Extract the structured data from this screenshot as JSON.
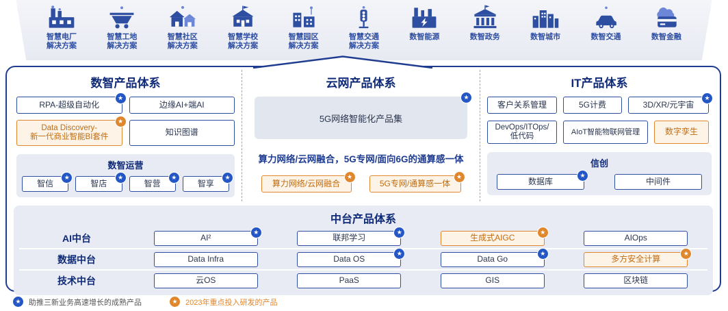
{
  "top_band": {
    "solutions": [
      {
        "line1": "智慧电厂",
        "line2": "解决方案",
        "icon": "smart-power-plant"
      },
      {
        "line1": "智慧工地",
        "line2": "解决方案",
        "icon": "smart-construction"
      },
      {
        "line1": "智慧社区",
        "line2": "解决方案",
        "icon": "smart-community"
      },
      {
        "line1": "智慧学校",
        "line2": "解决方案",
        "icon": "smart-school"
      },
      {
        "line1": "智慧园区",
        "line2": "解决方案",
        "icon": "smart-campus"
      },
      {
        "line1": "智慧交通",
        "line2": "解决方案",
        "icon": "smart-traffic"
      },
      {
        "line1": "数智能源",
        "line2": "",
        "icon": "digital-energy"
      },
      {
        "line1": "数智政务",
        "line2": "",
        "icon": "digital-government"
      },
      {
        "line1": "数智城市",
        "line2": "",
        "icon": "digital-city"
      },
      {
        "line1": "数智交通",
        "line2": "",
        "icon": "digital-transport"
      },
      {
        "line1": "数智金融",
        "line2": "",
        "icon": "digital-finance"
      }
    ]
  },
  "digital_column": {
    "title": "数智产品体系",
    "box1": "RPA-超级自动化",
    "box2": "边缘AI+端AI",
    "box3_line1": "Data Discovery-",
    "box3_line2": "新一代商业智能BI套件",
    "box4": "知识图谱",
    "sub_title": "数智运营",
    "sub_items": [
      "智信",
      "智店",
      "智营",
      "智享"
    ]
  },
  "cloud_column": {
    "title": "云网产品体系",
    "big_box": "5G网络智能化产品集",
    "caption": "算力网络/云网融合，5G专网/面向6G的通算感一体",
    "box1": "算力网络/云网融合",
    "box2": "5G专网/通算感一体"
  },
  "it_column": {
    "title": "IT产品体系",
    "row1": [
      "客户关系管理",
      "5G计费",
      "3D/XR/元宇宙"
    ],
    "row2a_line1": "DevOps/ITOps/",
    "row2a_line2": "低代码",
    "row2b": "AIoT智能物联网管理",
    "row2c": "数字孪生",
    "sub_title": "信创",
    "sub_items": [
      "数据库",
      "中间件"
    ]
  },
  "middle_platform": {
    "title": "中台产品体系",
    "rows": [
      {
        "label": "AI中台",
        "cells": [
          "AI²",
          "联邦学习",
          "生成式AIGC",
          "AIOps"
        ]
      },
      {
        "label": "数据中台",
        "cells": [
          "Data Infra",
          "Data OS",
          "Data Go",
          "多方安全计算"
        ]
      },
      {
        "label": "技术中台",
        "cells": [
          "云OS",
          "PaaS",
          "GIS",
          "区块链"
        ]
      }
    ]
  },
  "legend": {
    "mature": "助推三新业务高速增长的成熟产品",
    "rd2023": "2023年重点投入研发的产品"
  },
  "colors": {
    "navy": "#1f3c90",
    "box_border_blue": "#2e4ea2",
    "star_blue": "#2457c5",
    "orange": "#e0862c",
    "panel_gray": "#e8ebf4"
  }
}
